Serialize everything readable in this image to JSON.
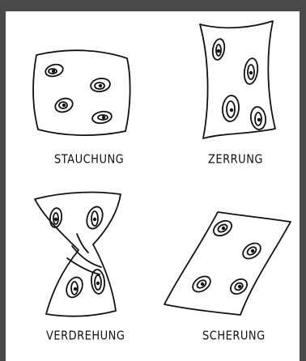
{
  "panels": [
    {
      "id": "stauchung",
      "label": "STAUCHUNG"
    },
    {
      "id": "zerrung",
      "label": "ZERRUNG"
    },
    {
      "id": "verdrehung",
      "label": "VERDREHUNG"
    },
    {
      "id": "scherung",
      "label": "SCHERUNG"
    }
  ],
  "colors": {
    "frame": "#4a4a4a",
    "paper": "#ffffff",
    "ink": "#111111"
  }
}
